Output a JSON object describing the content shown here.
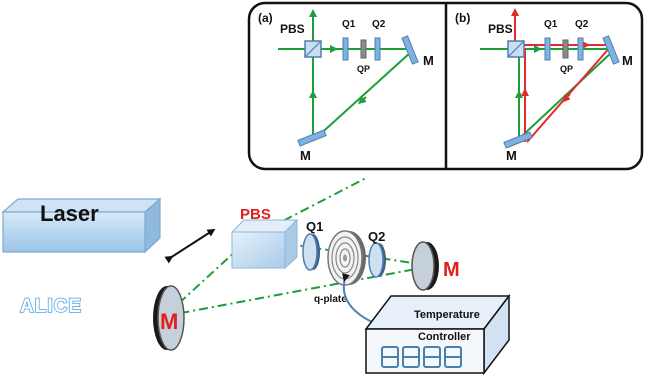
{
  "inset_a": {
    "panel_label": "(a)",
    "pbs": "PBS",
    "q1": "Q1",
    "q2": "Q2",
    "qp": "QP",
    "mirror_right": "M",
    "mirror_bottom": "M"
  },
  "inset_b": {
    "panel_label": "(b)",
    "pbs": "PBS",
    "q1": "Q1",
    "q2": "Q2",
    "qp": "QP",
    "mirror_right": "M",
    "mirror_bottom": "M"
  },
  "setup": {
    "laser": "Laser",
    "pbs": "PBS",
    "q1": "Q1",
    "q2": "Q2",
    "mirror_right": "M",
    "mirror_left": "M",
    "qplate": "q-plate",
    "controller_line1": "Temperature",
    "controller_line2": "Controller",
    "alice": "ALICE"
  },
  "colors": {
    "beam_green": "#1f9d3c",
    "beam_red": "#e32b2b",
    "label_red": "#e0201d",
    "optic_blue": "#7fb2e0",
    "alice_blue": "#4fa6e8"
  }
}
